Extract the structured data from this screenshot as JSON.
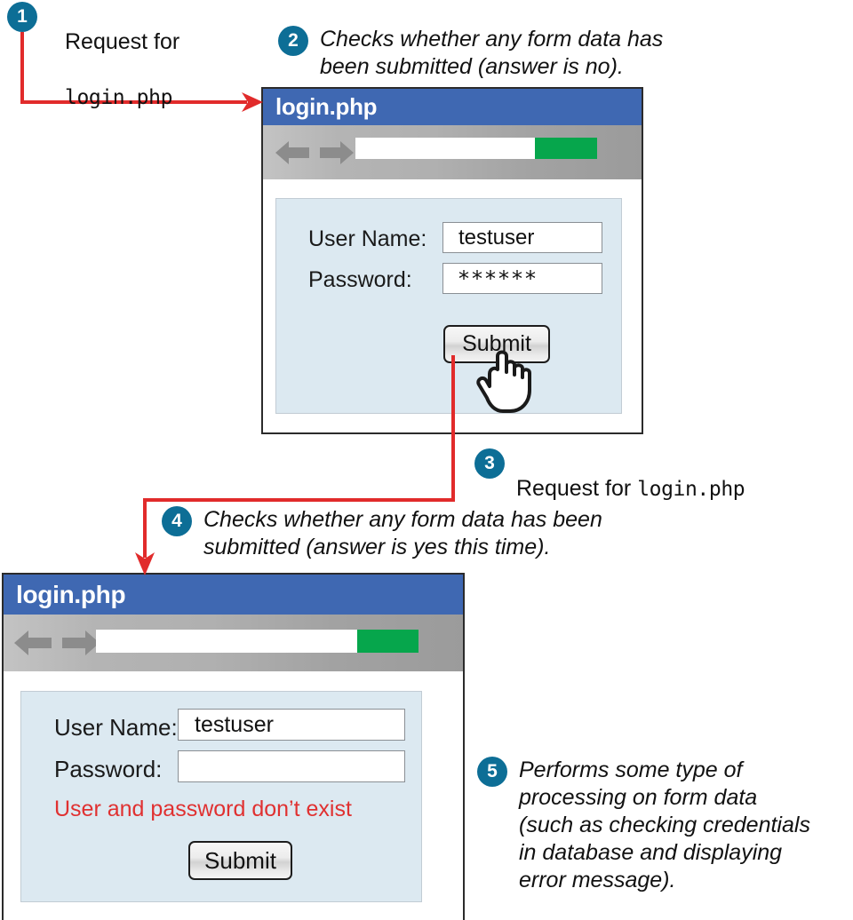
{
  "colors": {
    "badge": "#0D6E96",
    "titlebar": "#3F68B2",
    "toolbar": "#ACACAC",
    "address_green": "#06A64C",
    "form_panel": "#DCE9F1",
    "connector_red": "#E12B2B",
    "error_text": "#E03131"
  },
  "steps": [
    {
      "num": "1",
      "text_plain": "Request for",
      "text_mono": "login.php"
    },
    {
      "num": "2",
      "text": "Checks whether any form data has\nbeen submitted (answer is no)."
    },
    {
      "num": "3",
      "text_plain": "Request for ",
      "text_mono": "login.php"
    },
    {
      "num": "4",
      "text": "Checks whether any form data has been\nsubmitted (answer is yes this time)."
    },
    {
      "num": "5",
      "text": "Performs some type of\nprocessing on form data\n(such as checking credentials\nin database and displaying\nerror message)."
    }
  ],
  "window_top": {
    "title": "login.php",
    "back_icon": "back-arrow-icon",
    "forward_icon": "forward-arrow-icon",
    "address_value": "",
    "form": {
      "username_label": "User Name:",
      "username_value": "testuser",
      "password_label": "Password:",
      "password_value": "******",
      "submit_label": "Submit"
    },
    "cursor_icon": "pointing-hand-cursor-icon"
  },
  "window_bottom": {
    "title": "login.php",
    "back_icon": "back-arrow-icon",
    "forward_icon": "forward-arrow-icon",
    "address_value": "",
    "form": {
      "username_label": "User Name:",
      "username_value": "testuser",
      "password_label": "Password:",
      "password_value": "",
      "error_message": "User and password don’t exist",
      "submit_label": "Submit"
    }
  }
}
